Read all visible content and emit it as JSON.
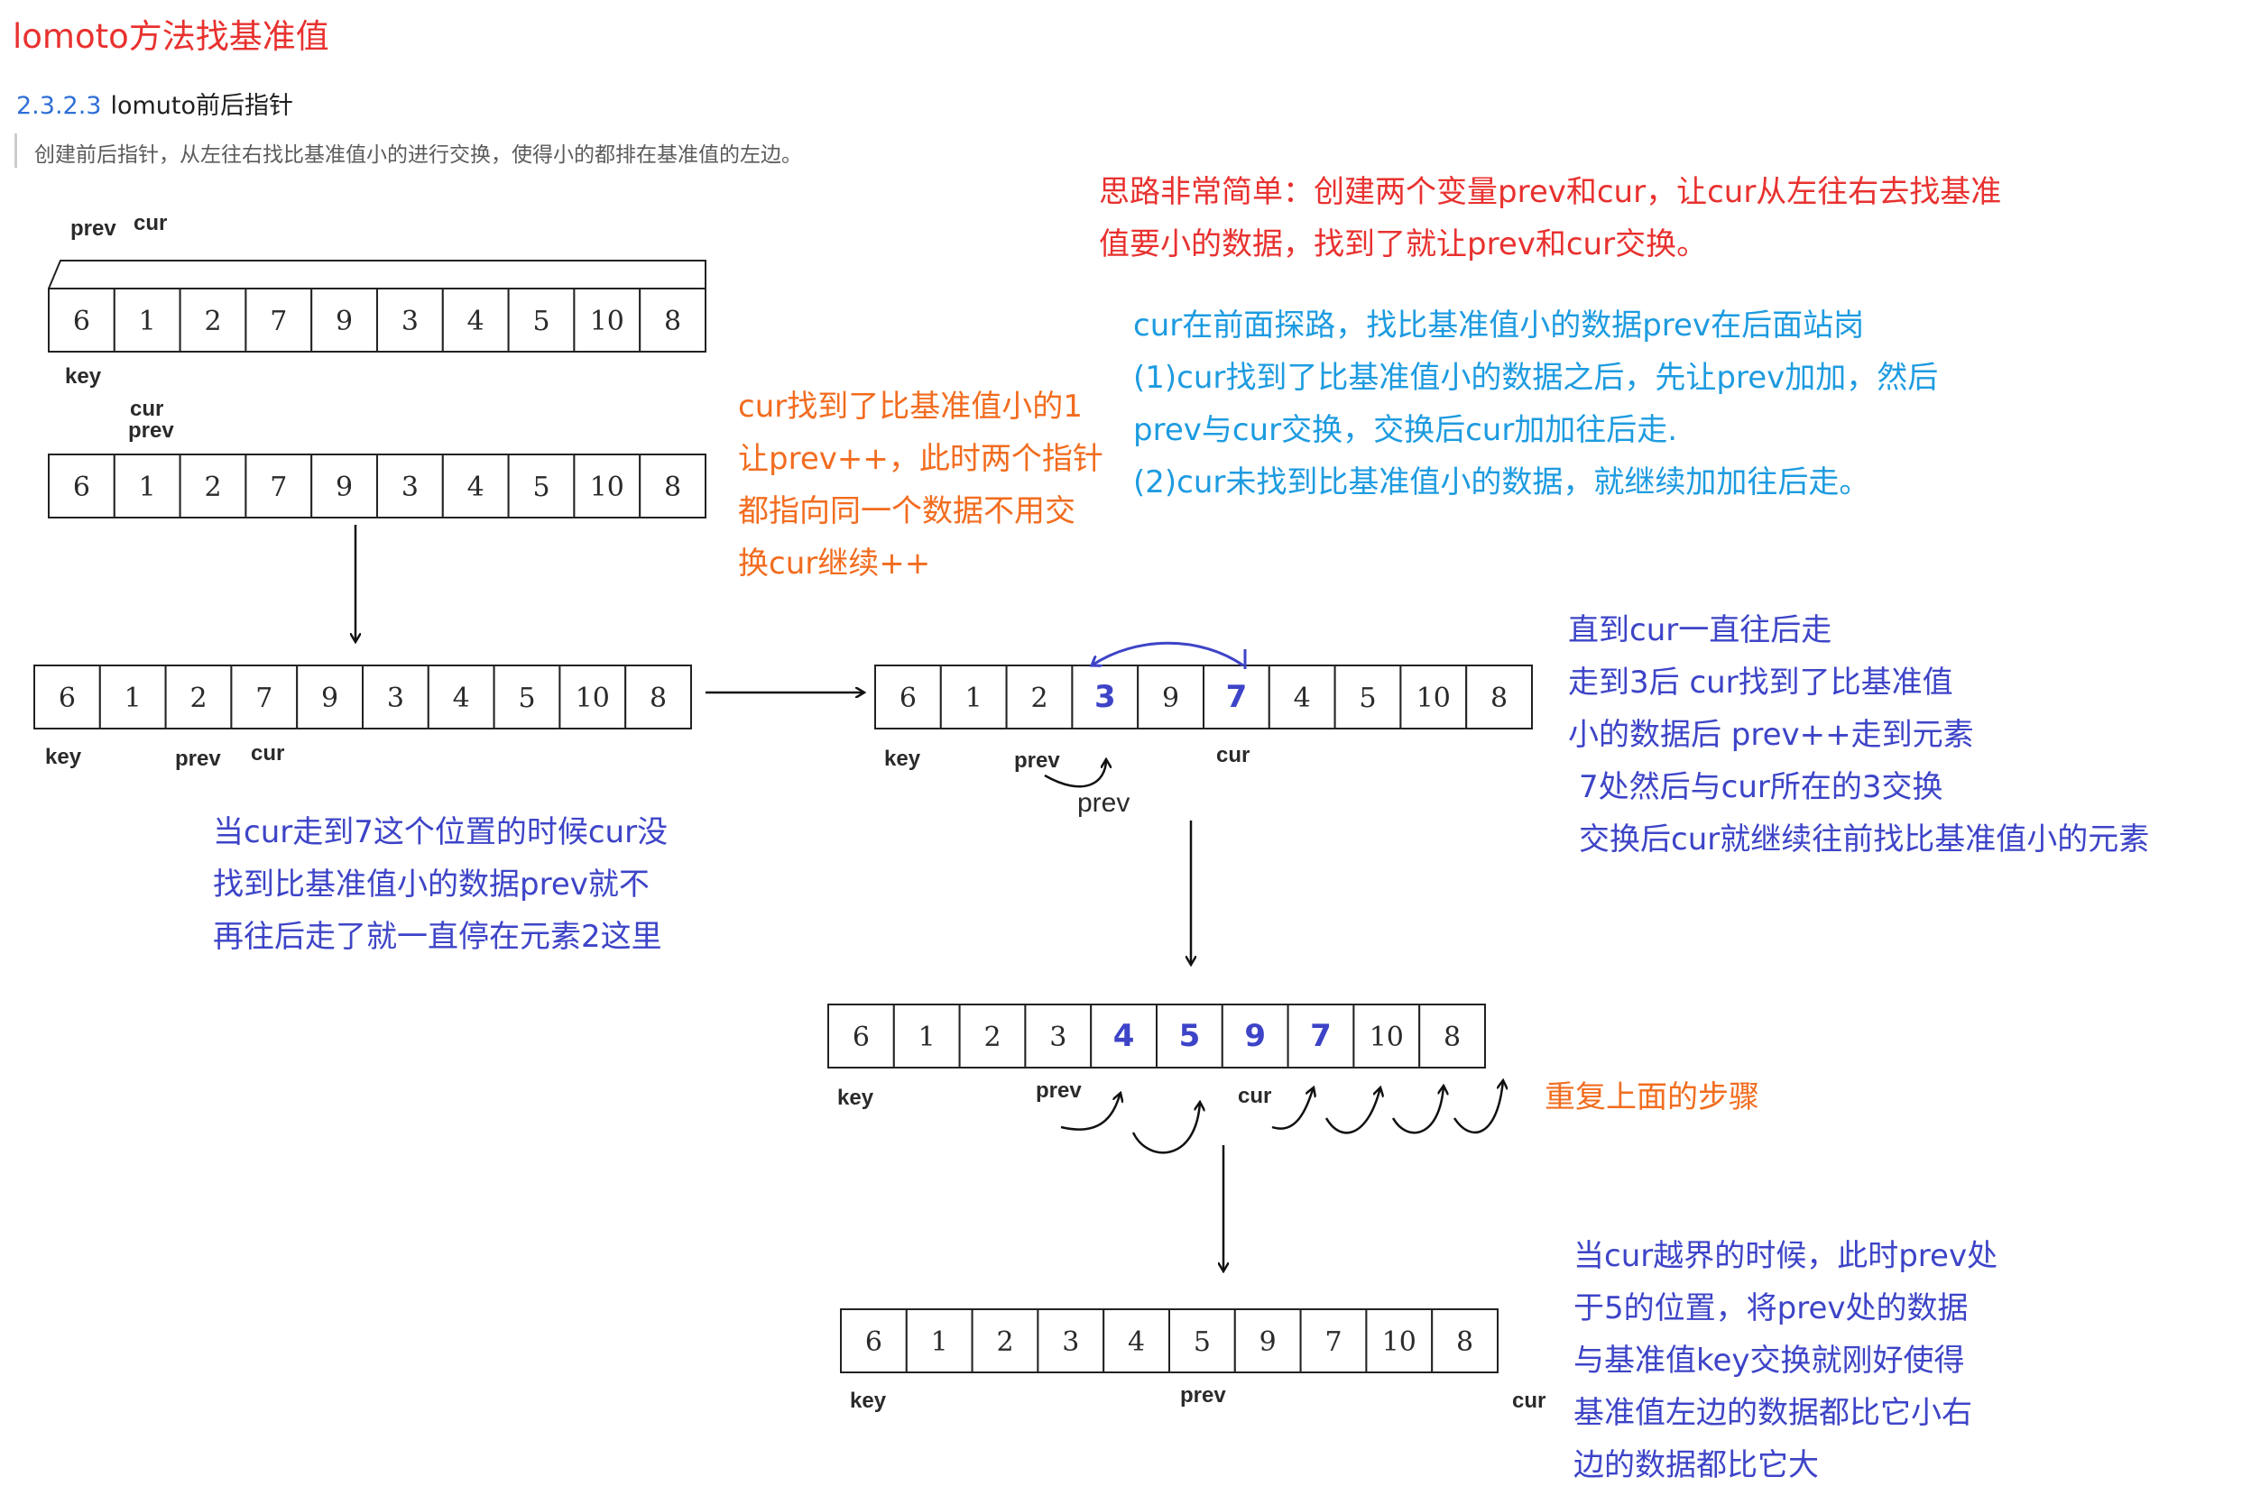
{
  "title": "lomoto方法找基准值",
  "section": {
    "number": "2.3.2.3",
    "title": "lomuto前后指针"
  },
  "quote": "创建前后指针，从左往右找比基准值小的进行交换，使得小的都排在基准值的左边。",
  "note_red": [
    "思路非常简单：创建两个变量prev和cur，让cur从左往右去找基准",
    "值要小的数据，找到了就让prev和cur交换。"
  ],
  "note_blue": [
    "cur在前面探路，找比基准值小的数据prev在后面站岗",
    "(1)cur找到了比基准值小的数据之后，先让prev加加，然后",
    "prev与cur交换，交换后cur加加往后走.",
    "(2)cur未找到比基准值小的数据，就继续加加往后走。"
  ],
  "note_orange_1": [
    "cur找到了比基准值小的1",
    "让prev++，此时两个指针",
    "都指向同一个数据不用交",
    "换cur继续++"
  ],
  "note_indigo_1": [
    "当cur走到7这个位置的时候cur没",
    "找到比基准值小的数据prev就不",
    "再往后走了就一直停在元素2这里"
  ],
  "note_indigo_2": [
    "直到cur一直往后走",
    "走到3后 cur找到了比基准值",
    "小的数据后 prev++走到元素",
    "7处然后与cur所在的3交换",
    "交换后cur就继续往前找比基准值小的元素"
  ],
  "note_orange_2": "重复上面的步骤",
  "note_indigo_3": [
    "当cur越界的时候，此时prev处",
    "于5的位置，将prev处的数据",
    "与基准值key交换就刚好使得",
    "基准值左边的数据都比它小右",
    "边的数据都比它大"
  ],
  "arrays": {
    "a1": [
      "6",
      "1",
      "2",
      "7",
      "9",
      "3",
      "4",
      "5",
      "10",
      "8"
    ],
    "a2": [
      "6",
      "1",
      "2",
      "7",
      "9",
      "3",
      "4",
      "5",
      "10",
      "8"
    ],
    "a3": [
      "6",
      "1",
      "2",
      "7",
      "9",
      "3",
      "4",
      "5",
      "10",
      "8"
    ],
    "a4": [
      "6",
      "1",
      "2",
      "3",
      "9",
      "7",
      "4",
      "5",
      "10",
      "8"
    ],
    "a5": [
      "6",
      "1",
      "2",
      "3",
      "4",
      "5",
      "9",
      "7",
      "10",
      "8"
    ],
    "a6": [
      "6",
      "1",
      "2",
      "3",
      "4",
      "5",
      "9",
      "7",
      "10",
      "8"
    ]
  },
  "labels": {
    "prev": "prev",
    "cur": "cur",
    "key": "key"
  },
  "colors": {
    "red": "#e8312f",
    "blue": "#1d9be0",
    "indigo": "#3d44c7",
    "orange": "#f26c1f"
  }
}
